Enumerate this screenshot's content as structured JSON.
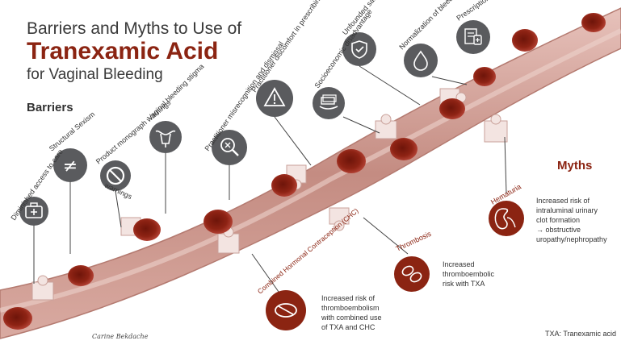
{
  "title": {
    "line1": "Barriers and Myths to Use of",
    "line2": "Tranexamic Acid",
    "line3": "for Vaginal Bleeding"
  },
  "sections": {
    "barriers": "Barriers",
    "myths": "Myths"
  },
  "barriers": [
    {
      "label": "Diminished access to care",
      "icon": "medical-kit-icon"
    },
    {
      "label": "Structural Sexism",
      "icon": "gender-not-equal-icon"
    },
    {
      "label": "Product monograph warnings",
      "icon": "prohibited-icon"
    },
    {
      "label": "Vaginal bleeding stigma",
      "icon": "uterus-icon"
    },
    {
      "label": "Practitioner misrecognition and dismissal",
      "icon": "magnifier-x-icon"
    },
    {
      "label": "Practitioner discomfort in prescribing TXA",
      "icon": "warning-triangle-icon"
    },
    {
      "label": "Socioeconomic disadvantage",
      "icon": "money-hand-icon"
    },
    {
      "label": "Unfounded safety concerns",
      "icon": "shield-check-icon"
    },
    {
      "label": "Normalization of bleeding",
      "icon": "blood-drop-icon"
    },
    {
      "label": "Prescription required",
      "icon": "prescription-icon"
    }
  ],
  "myths": [
    {
      "label": "Hematuria",
      "icon": "kidney-icon",
      "description": [
        "Increased risk of",
        "intraluminal urinary",
        "clot formation",
        "→ obstructive",
        "uropathy/nephropathy"
      ]
    },
    {
      "label": "Thrombosis",
      "icon": "blood-clot-icon",
      "description": [
        "Increased",
        "thromboembolic",
        "risk with TXA"
      ]
    },
    {
      "label": "Combined Hormonal Contraception (CHC)",
      "icon": "pill-icon",
      "description": [
        "Increased risk of",
        "thromboembolism",
        "with combined use",
        "of TXA and CHC"
      ]
    }
  ],
  "signature": "Carine Bekdache",
  "abbreviation": "TXA: Tranexamic acid",
  "colors": {
    "accent": "#8b2412",
    "icon_bg": "#5a5b5e",
    "vessel": "#c9938a",
    "vessel_dark": "#a0544a",
    "cell": "#8e2314"
  }
}
